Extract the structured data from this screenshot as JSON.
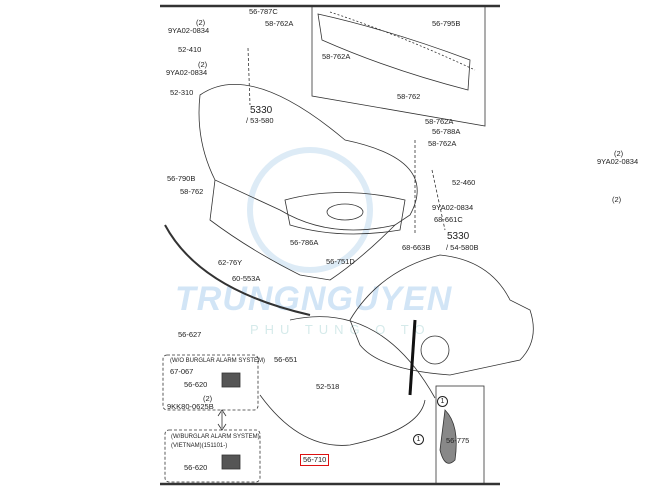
{
  "labels": [
    "56-787C",
    "(2)",
    "9YA02-0834",
    "58-762A",
    "52-410",
    "(2)",
    "9YA02-0834",
    "52-310",
    "5330",
    "/ 53-580",
    "56-795B",
    "58-762A",
    "58-762",
    "58-762A",
    "56-788A",
    "58-762A",
    "(2)",
    "9YA02-0834",
    "52-460",
    "(2)",
    "9YA02-0834",
    "68-661C",
    "5330",
    "/ 54-580B",
    "68-663B",
    "56-790B",
    "58-762",
    "56-786A",
    "62-76Y",
    "56-751D",
    "60-553A",
    "56-627",
    "(W/O BURGLAR ALARM SYSTEM)",
    "56-651",
    "67-067",
    "56-620",
    "52-518",
    "(2)",
    "9KK80-0625B",
    "(W/BURGLAR ALARM SYSTEM)",
    "(VIETNAM)(151101-)",
    "56-620",
    "56-710",
    "1",
    "1",
    "56-775"
  ],
  "watermark": {
    "brand": "TRUNGNGUYEN",
    "sub": "PHU TUNG O TO"
  },
  "highlight_color": "#dd1111"
}
